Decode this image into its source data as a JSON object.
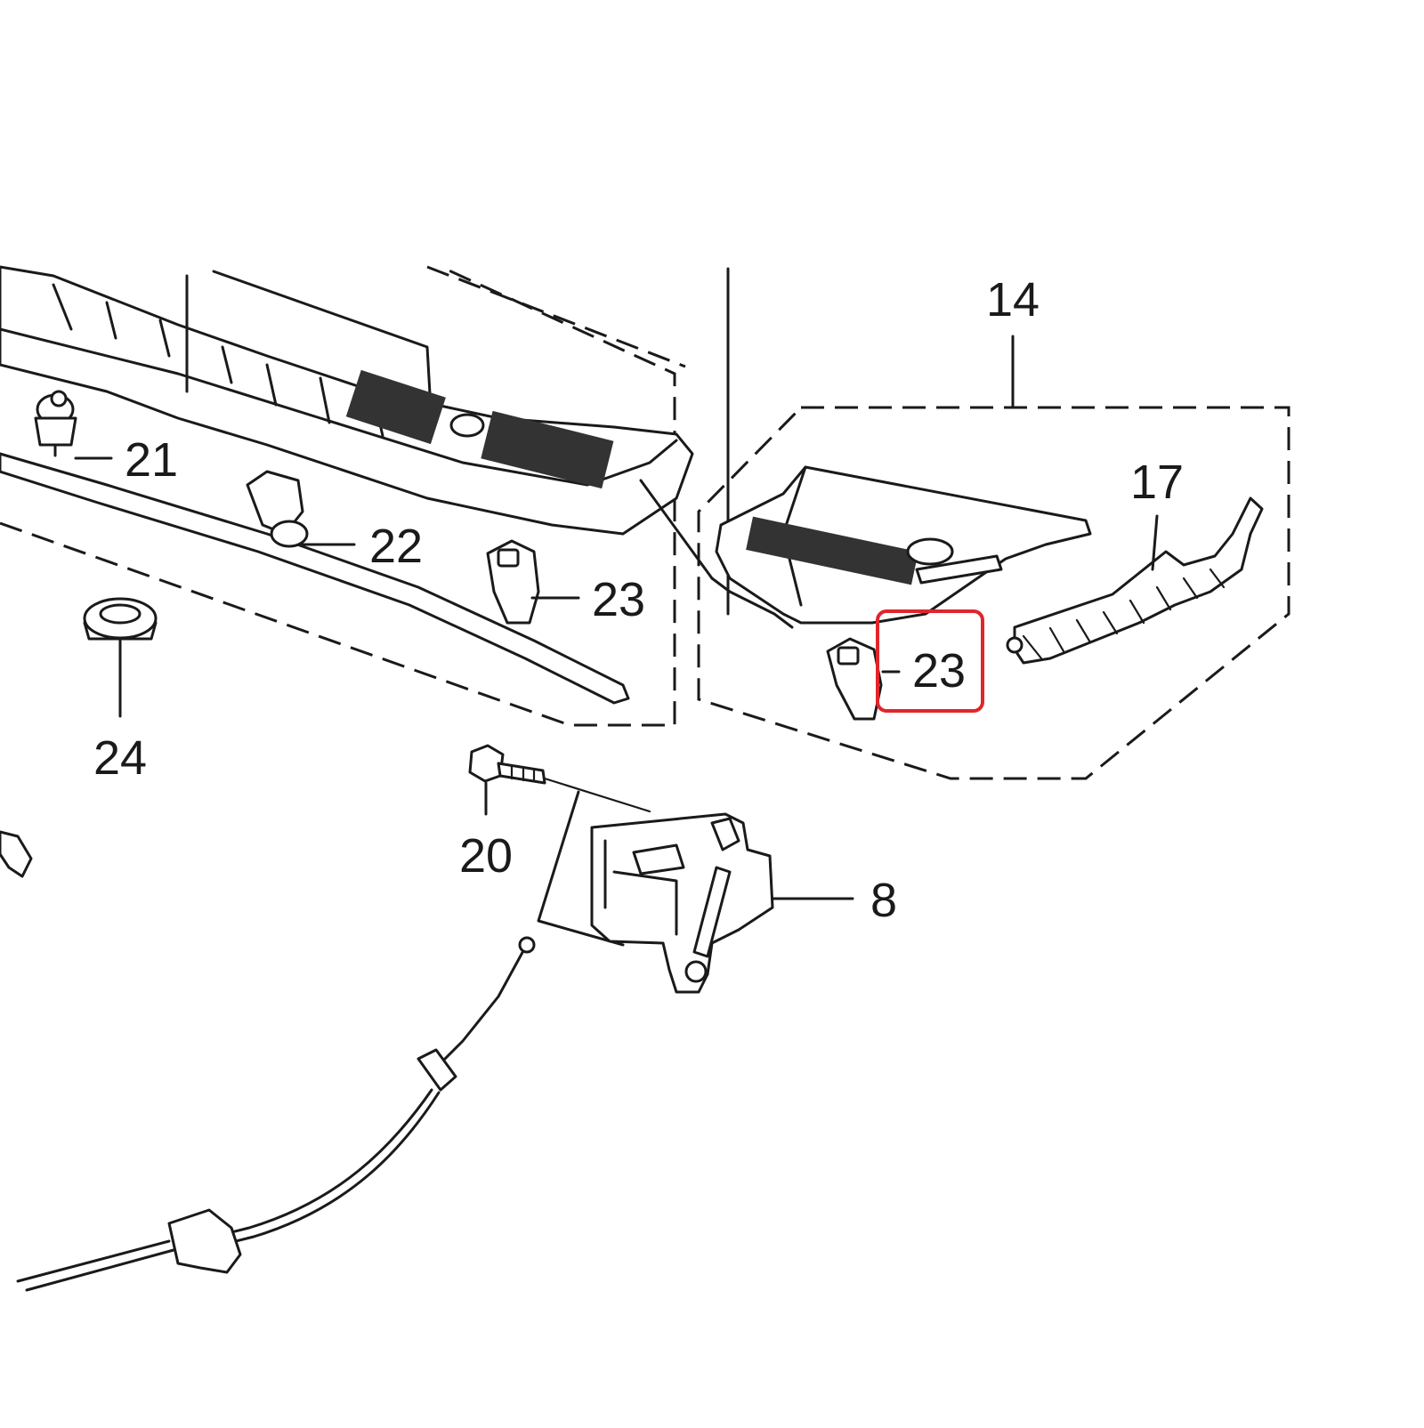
{
  "diagram": {
    "callouts": {
      "c14": "14",
      "c17": "17",
      "c21": "21",
      "c22": "22",
      "c23_left": "23",
      "c23_right": "23",
      "c24": "24",
      "c20": "20",
      "c8": "8"
    },
    "highlight": {
      "target": "c23_right",
      "color": "#e0262b"
    }
  }
}
